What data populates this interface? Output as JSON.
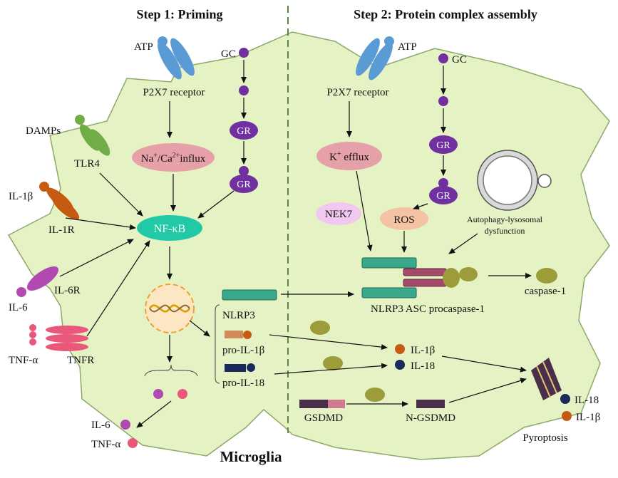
{
  "headers": {
    "step1": "Step 1: Priming",
    "step2": "Step 2: Protein complex assembly",
    "cell": "Microglia"
  },
  "step1": {
    "atp": "ATP",
    "p2x7": "P2X7 receptor",
    "gc": "GC",
    "gr_top": "GR",
    "gr_bottom": "GR",
    "damps": "DAMPs",
    "tlr4": "TLR4",
    "il1b_ligand": "IL-1β",
    "il1r": "IL-1R",
    "il6r": "IL-6R",
    "il6_ligand": "IL-6",
    "tnfa_ligand": "TNF-α",
    "tnfr": "TNFR",
    "influx": {
      "a": "Na",
      "b": "+",
      "c": "/Ca",
      "d": "2+",
      "e": "influx"
    },
    "nfkb": "NF-κB",
    "nlrp3": "NLRP3",
    "pro_il1b": "pro-IL-1β",
    "pro_il18": "pro-IL-18",
    "out_il6": "IL-6",
    "out_tnfa": "TNF-α"
  },
  "step2": {
    "atp": "ATP",
    "p2x7": "P2X7 receptor",
    "gc": "GC",
    "gr_top": "GR",
    "gr_bottom": "GR",
    "k_efflux": {
      "a": "K",
      "b": "+",
      "c": " efflux"
    },
    "nek7": "NEK7",
    "ros": "ROS",
    "autophagy_line1": "Autophagy-lysosomal",
    "autophagy_line2": "dysfunction",
    "inflammasome": "NLRP3 ASC procaspase-1",
    "caspase1": "caspase-1",
    "il1b": "IL-1β",
    "il18": "IL-18",
    "gsdmd": "GSDMD",
    "n_gsdmd": "N-GSDMD",
    "pyro_il18": "IL-18",
    "pyro_il1b": "IL-1β",
    "pyroptosis": "Pyroptosis"
  },
  "colors": {
    "cell_fill": "#e4f2c4",
    "cell_stroke": "#8da86a",
    "divider": "#5a8a3a",
    "receptor_blue": "#5b9bd5",
    "gc_purple": "#7030a0",
    "tlr_green": "#70ad47",
    "il1_orange": "#c55a11",
    "il6_magenta": "#b04ab0",
    "tnf_pink": "#e9577b",
    "nfkb_teal": "#21c9a6",
    "influx_pink": "#e6a0a8",
    "nlrp3_teal": "#3aa88a",
    "asc_maroon": "#a34a6a",
    "caspase_olive": "#9c9c3a",
    "il18_navy": "#1a2a5a",
    "ros_peach": "#f4c3a4",
    "nek7_lilac": "#f0c8f0",
    "gsdmd_dark": "#4a2f4a"
  }
}
